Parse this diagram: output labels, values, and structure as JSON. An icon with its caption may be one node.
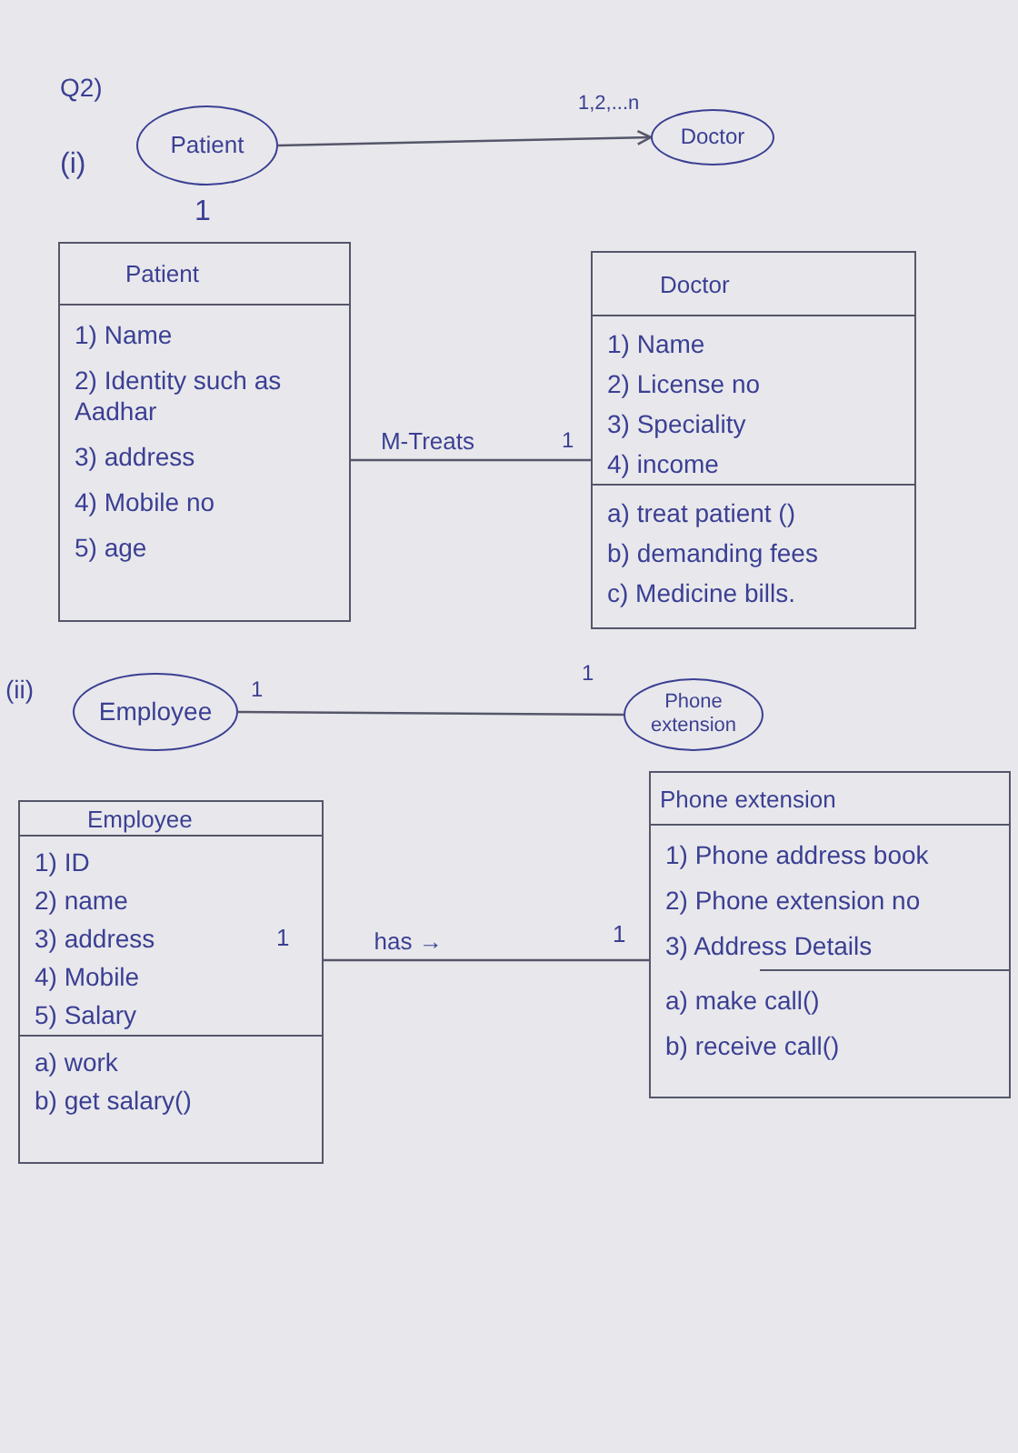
{
  "diagram": {
    "nodes": [
      {
        "text": [
          "Patient"
        ]
      },
      {
        "text": [
          "Doctor"
        ]
      },
      {
        "text": [
          "Patient",
          "1) Name",
          "2) Identity such as Aadhar",
          "3) address",
          "4) Mobile no",
          "5) age"
        ]
      },
      {
        "text": [
          "Doctor",
          "1) Name",
          "2) License no",
          "3) Speciality",
          "4) income",
          "a) treat patient ()",
          "b) demanding fees",
          "c) Medicine bills."
        ]
      },
      {
        "text": [
          "Employee"
        ]
      },
      {
        "text": [
          "Phone extension"
        ]
      },
      {
        "text": [
          "Employee",
          "1) ID",
          "2) name",
          "3) address",
          "4) Mobile",
          "5) Salary",
          "a) work",
          "b) get salary()"
        ]
      },
      {
        "text": [
          "Phone extension",
          "1) Phone address book",
          "2) Phone extension no",
          "3) Address Details",
          "a) make call()",
          "b) receive call()"
        ]
      }
    ],
    "edges": [
      {
        "from": 0,
        "to": 1,
        "arrow": "to"
      },
      {
        "from": 2,
        "to": 3,
        "arrow": "none",
        "label": "M-Treats"
      },
      {
        "from": 4,
        "to": 5,
        "arrow": "none"
      },
      {
        "from": 6,
        "to": 7,
        "arrow": "none",
        "label": "has →"
      }
    ],
    "labels": [
      "Q2)",
      "1,2,...n",
      "(i)",
      "1",
      "1",
      "(ii)",
      "1",
      "1",
      "1",
      "1"
    ]
  }
}
